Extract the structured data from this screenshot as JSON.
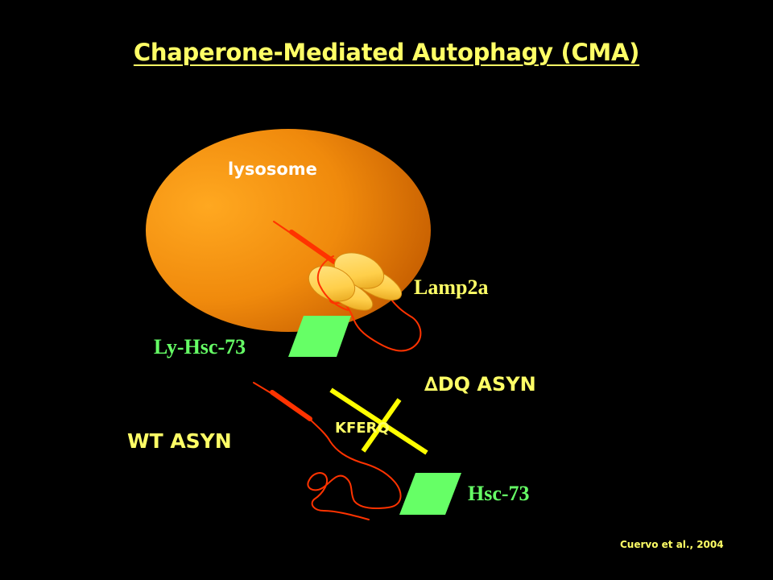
{
  "title": "Chaperone-Mediated Autophagy (CMA)",
  "labels": {
    "lysosome": "lysosome",
    "lamp2a": "Lamp2a",
    "ly_hsc73": "Ly-Hsc-73",
    "dq_asyn": "∆DQ ASYN",
    "kferq": "KFERQ",
    "wt_asyn": "WT ASYN",
    "hsc73": "Hsc-73"
  },
  "citation": "Cuervo et al., 2004",
  "colors": {
    "background": "#000000",
    "title": "#ffff66",
    "label_white": "#ffffff",
    "label_yellow": "#ffff66",
    "label_green": "#66ff66",
    "chaperone_green": "#66ff66",
    "protein_red": "#ff3300",
    "cross_yellow": "#ffff00",
    "lysosome_light": "#ffa51f",
    "lysosome_dark": "#c65d00",
    "lamp2a_fill": "#ffd966"
  }
}
